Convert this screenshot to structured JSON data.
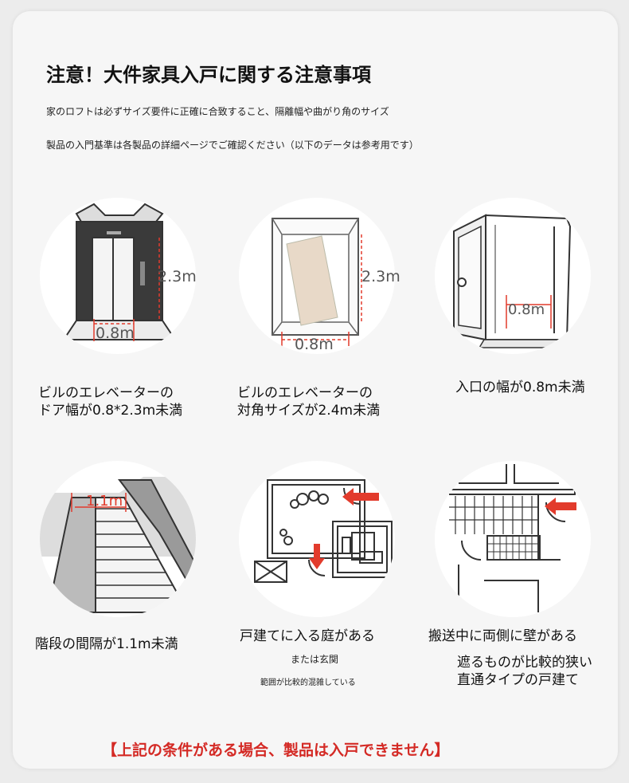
{
  "header": {
    "title": "注意！大件家具入戸に関する注意事項",
    "note1": "家のロフトは必ずサイズ要件に正確に合致すること、隔離幅や曲がり角のサイズ",
    "note2": "製品の入門基準は各製品の詳細ページでご確認ください（以下のデータは参考用です）"
  },
  "items": [
    {
      "icon": "elevator-door-icon",
      "dim_h": "2.3m",
      "dim_w": "0.8m",
      "line1": "ビルのエレベーターの",
      "line2": "ドア幅が0.8*2.3m未満"
    },
    {
      "icon": "elevator-diagonal-icon",
      "dim_h": "2.3m",
      "dim_w": "0.8m",
      "line1": "ビルのエレベーターの",
      "line2": "対角サイズが2.4m未満"
    },
    {
      "icon": "entrance-door-icon",
      "dim_w": "0.8m",
      "line1": "入口の幅が0.8m未満"
    },
    {
      "icon": "staircase-icon",
      "dim_w": "1.1m",
      "line1": "階段の間隔が1.1m未満"
    },
    {
      "icon": "courtyard-floorplan-icon",
      "line1": "戸建てに入る庭がある",
      "sub1": "または玄関",
      "sub2": "範囲が比較的混雑している"
    },
    {
      "icon": "corridor-floorplan-icon",
      "line1": "搬送中に両側に壁がある",
      "line2": "遮るものが比較的狭い",
      "line3": "直通タイプの戸建て"
    }
  ],
  "colors": {
    "accent_red": "#e23b2c",
    "warning_text": "#d42a25"
  },
  "footer": {
    "warning": "【上記の条件がある場合、製品は入戸できません】"
  }
}
